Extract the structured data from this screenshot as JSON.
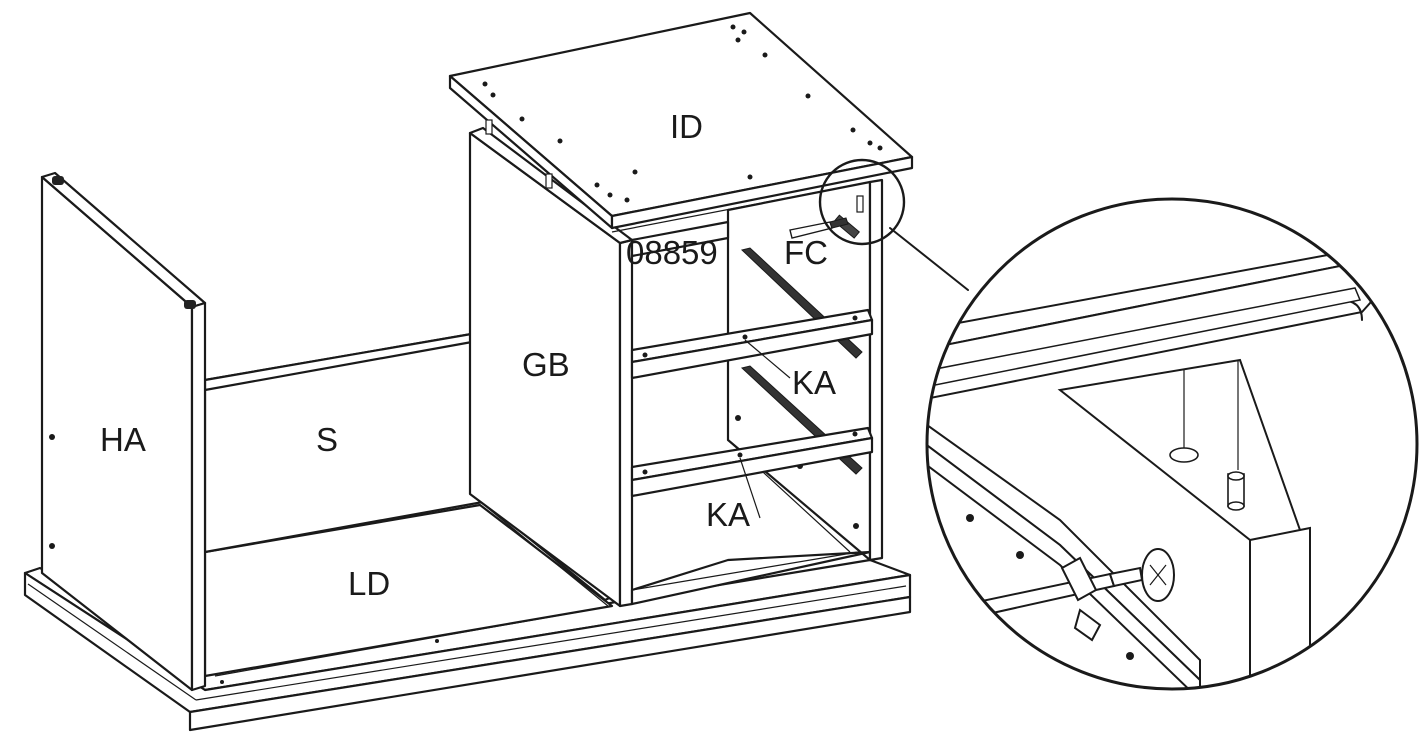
{
  "labels": {
    "ID": "ID",
    "FC": "FC",
    "code": "08859",
    "GB": "GB",
    "HA": "HA",
    "S": "S",
    "LD": "LD",
    "KA_upper": "KA",
    "KA_lower": "KA"
  },
  "colors": {
    "line": "#1a1a1a",
    "paper": "#ffffff",
    "dark_part": "#444444"
  },
  "icons": {
    "detail": "magnifier-circle",
    "screwdriver": "screwdriver-icon",
    "screw": "phillips-screw-icon"
  }
}
